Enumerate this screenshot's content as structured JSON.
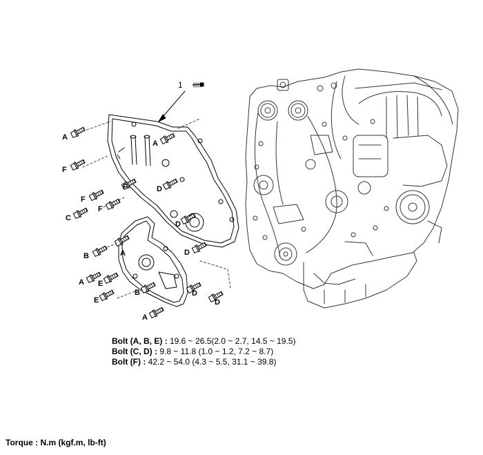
{
  "callout": {
    "number": "1"
  },
  "bolt_letters": [
    "A",
    "A",
    "F",
    "F",
    "F",
    "C",
    "F",
    "D",
    "D",
    "B",
    "D",
    "A",
    "A",
    "E",
    "E",
    "B",
    "D",
    "D",
    "A"
  ],
  "specs": [
    {
      "label": "Bolt (A, B, E) :",
      "value": " 19.6 ~ 26.5(2.0 ~ 2.7, 14.5 ~ 19.5)"
    },
    {
      "label": "Bolt (C, D) :",
      "value": " 9.8 ~ 11.8 (1.0 ~ 1.2, 7.2 ~ 8.7)"
    },
    {
      "label": "Bolt (F) :",
      "value": " 42.2 ~ 54.0 (4.3 ~ 5.5, 31.1 ~ 39.8)"
    }
  ],
  "torque_unit": "Torque : N.m (kgf.m, lb-ft)"
}
